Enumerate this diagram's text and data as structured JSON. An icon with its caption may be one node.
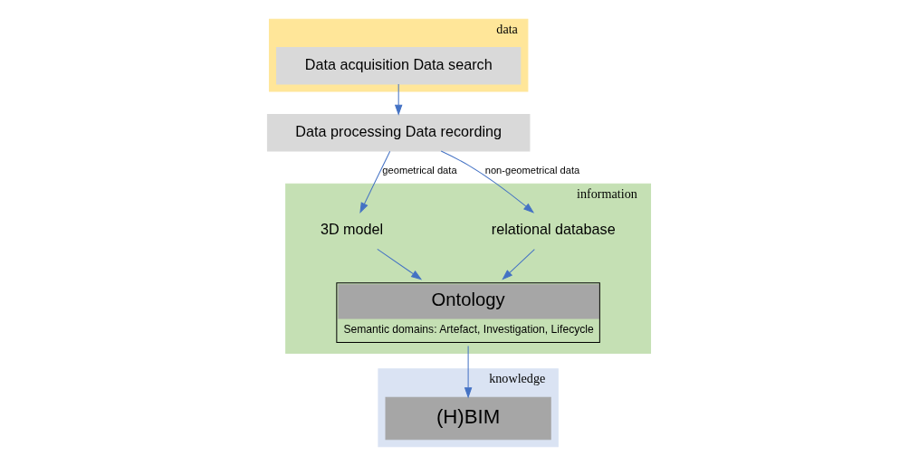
{
  "diagram": {
    "nodes": [
      {
        "text": [
          "data"
        ]
      },
      {
        "text": [
          "information"
        ]
      },
      {
        "text": [
          "knowledge"
        ]
      },
      {
        "text": [
          "Data acquisition Data search"
        ],
        "in": 0
      },
      {
        "text": [
          "Data processing Data recording"
        ]
      },
      {
        "text": [
          "3D model"
        ],
        "in": 1
      },
      {
        "text": [
          "relational database"
        ],
        "in": 1
      },
      {
        "text": [
          "Ontology",
          "Semantic domains: Artefact, Investigation, Lifecycle"
        ],
        "in": 1
      },
      {
        "text": [
          "(H)BIM"
        ],
        "in": 2
      }
    ],
    "edges": [
      {
        "from": 3,
        "to": 4,
        "arrow": "to"
      },
      {
        "from": 4,
        "to": 5,
        "arrow": "to",
        "label": "geometrical data"
      },
      {
        "from": 4,
        "to": 6,
        "arrow": "to",
        "label": "non-geometrical data"
      },
      {
        "from": 5,
        "to": 7,
        "arrow": "to"
      },
      {
        "from": 6,
        "to": 7,
        "arrow": "to"
      },
      {
        "from": 7,
        "to": 8,
        "arrow": "to"
      }
    ]
  }
}
